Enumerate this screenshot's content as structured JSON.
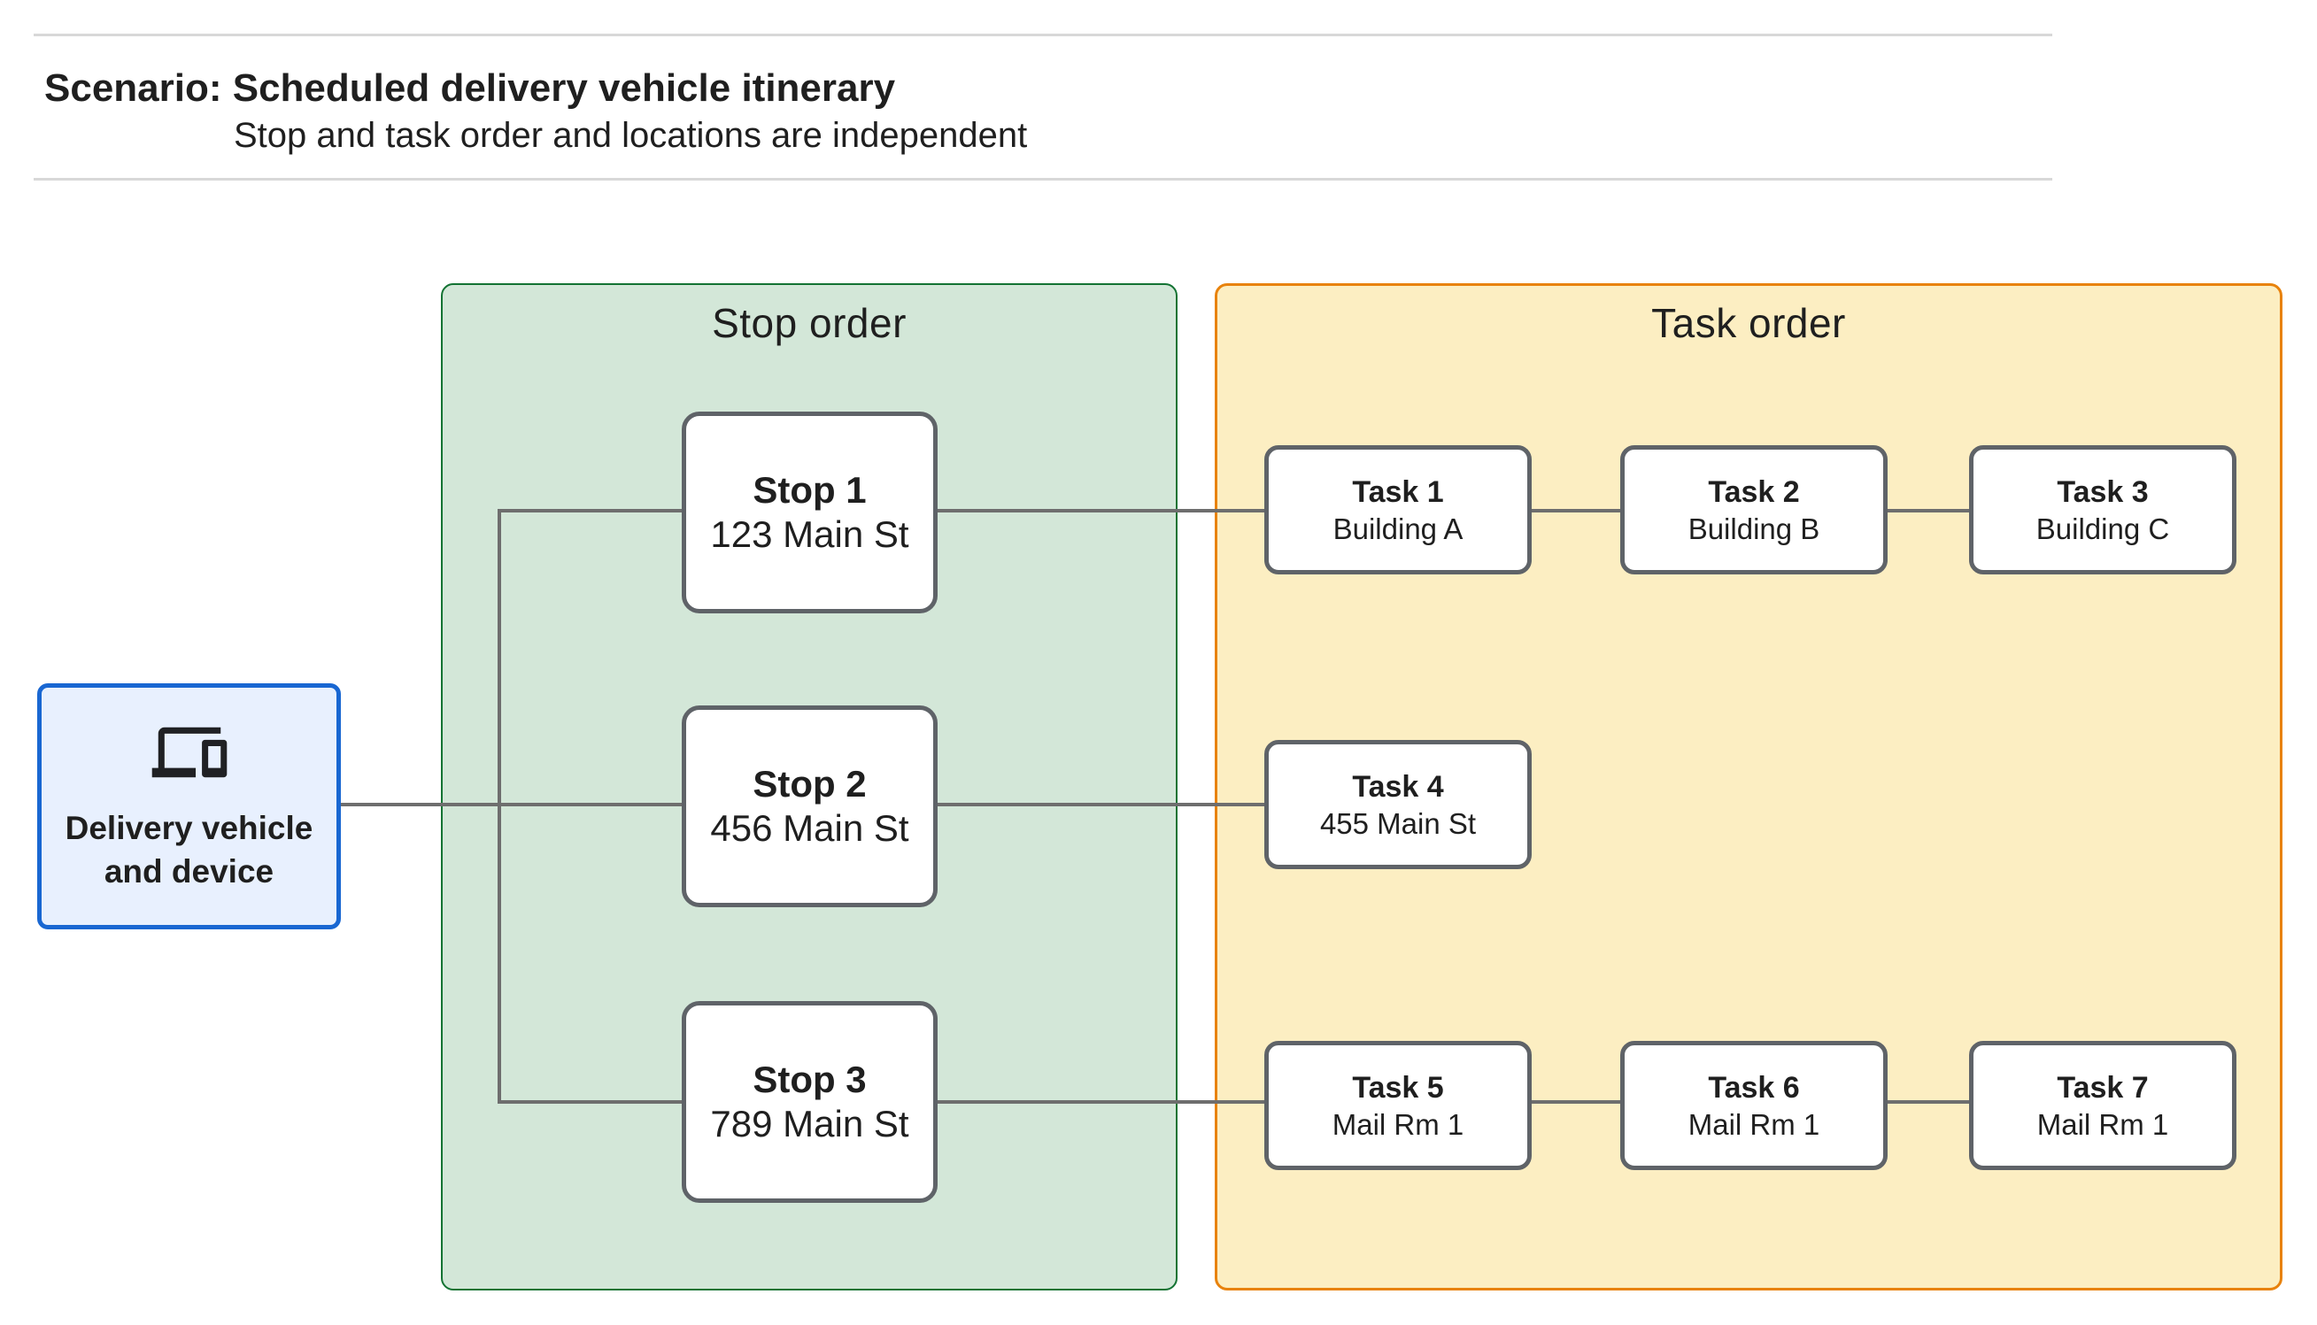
{
  "header": {
    "title": "Scenario: Scheduled delivery vehicle itinerary",
    "subtitle": "Stop and task order and locations are independent"
  },
  "source": {
    "label": "Delivery vehicle and device",
    "icon": "devices-icon"
  },
  "stop_group": {
    "title": "Stop order",
    "stops": [
      {
        "name": "Stop 1",
        "location": "123 Main St"
      },
      {
        "name": "Stop 2",
        "location": "456 Main St"
      },
      {
        "name": "Stop 3",
        "location": "789 Main St"
      }
    ]
  },
  "task_group": {
    "title": "Task order",
    "tasks": [
      {
        "name": "Task 1",
        "location": "Building A"
      },
      {
        "name": "Task 2",
        "location": "Building B"
      },
      {
        "name": "Task 3",
        "location": "Building C"
      },
      {
        "name": "Task 4",
        "location": "455 Main St"
      },
      {
        "name": "Task 5",
        "location": "Mail Rm 1"
      },
      {
        "name": "Task 6",
        "location": "Mail Rm 1"
      },
      {
        "name": "Task 7",
        "location": "Mail Rm 1"
      }
    ]
  },
  "colors": {
    "green_fill": "#D3E7D8",
    "green_border": "#137333",
    "orange_fill": "#FCEEC2",
    "orange_border": "#E8820C",
    "blue_fill": "#E8F0FE",
    "blue_border": "#1967D2",
    "node_border": "#5F6368",
    "edge": "#6E6E6E",
    "divider": "#D8D8D8",
    "text": "#1F1F1F"
  }
}
